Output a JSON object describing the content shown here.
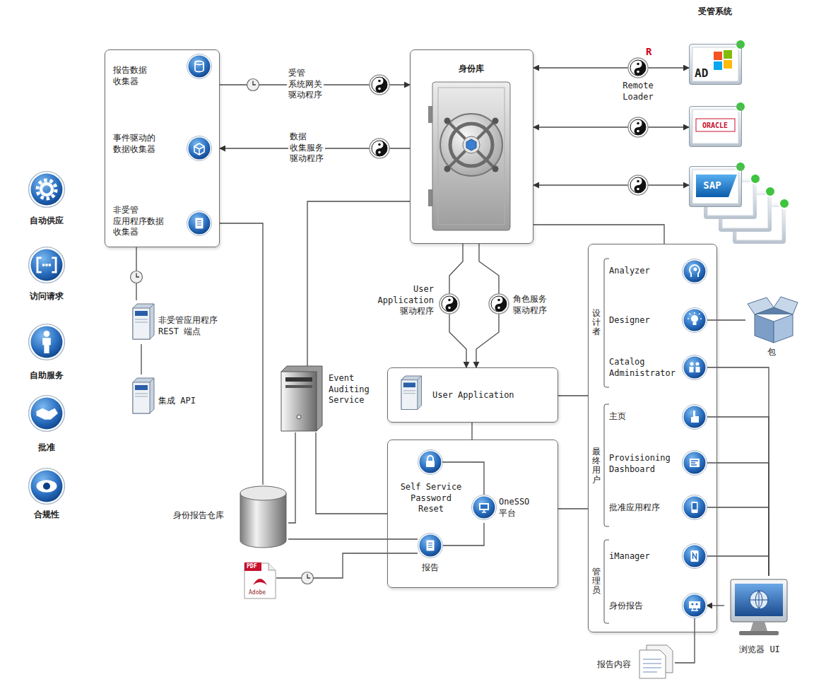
{
  "diagram": {
    "nodes": [
      {
        "text": []
      },
      {
        "text": [
          "报告数据 收集器"
        ],
        "in": 0
      },
      {
        "text": [
          "事件驱动的 数据收集器"
        ],
        "in": 0
      },
      {
        "text": [
          "非受管 应用程序数据 收集器"
        ],
        "in": 0
      },
      {
        "text": [
          "身份库"
        ]
      },
      {
        "text": [
          "AD"
        ]
      },
      {
        "text": [
          "ORACLE"
        ]
      },
      {
        "text": [
          "SAP"
        ]
      },
      {
        "text": [
          "自动供应"
        ]
      },
      {
        "text": [
          "访问请求"
        ]
      },
      {
        "text": [
          "自助服务"
        ]
      },
      {
        "text": [
          "批准"
        ]
      },
      {
        "text": [
          "合规性"
        ]
      },
      {
        "text": [
          "非受管应用程序 REST 端点"
        ]
      },
      {
        "text": [
          "集成 API"
        ]
      },
      {
        "text": [
          "Event Auditing Service"
        ]
      },
      {
        "text": [
          "User Application"
        ]
      },
      {
        "text": []
      },
      {
        "text": [
          "Self Service Password Reset"
        ],
        "in": 17
      },
      {
        "text": [
          "OneSSO 平台"
        ],
        "in": 17
      },
      {
        "text": [
          "报告"
        ],
        "in": 17
      },
      {
        "text": [
          "身份报告仓库"
        ]
      },
      {
        "text": [
          "PDF",
          "Adobe"
        ]
      },
      {
        "text": []
      },
      {
        "text": [
          "设计者"
        ],
        "in": 23
      },
      {
        "text": [
          "Analyzer"
        ],
        "in": 24
      },
      {
        "text": [
          "Designer"
        ],
        "in": 24
      },
      {
        "text": [
          "Catalog Administrator"
        ],
        "in": 24
      },
      {
        "text": [
          "最终用户"
        ],
        "in": 23
      },
      {
        "text": [
          "主页"
        ],
        "in": 28
      },
      {
        "text": [
          "Provisioning Dashboard"
        ],
        "in": 28
      },
      {
        "text": [
          "批准应用程序"
        ],
        "in": 28
      },
      {
        "text": [
          "管理员"
        ],
        "in": 23
      },
      {
        "text": [
          "iManager"
        ],
        "in": 32
      },
      {
        "text": [
          "身份报告"
        ],
        "in": 32
      },
      {
        "text": [
          "包"
        ]
      },
      {
        "text": [
          "浏览器 UI"
        ]
      },
      {
        "text": [
          "报告内容"
        ]
      }
    ],
    "edges": [
      {
        "from": 1,
        "to": 4,
        "arrow": "to",
        "label": "受管 系统网关 驱动程序"
      },
      {
        "from": 4,
        "to": 2,
        "arrow": "to",
        "label": "数据 收集服务 驱动程序"
      },
      {
        "from": 4,
        "to": 5,
        "arrow": "both",
        "label": "Remote Loader"
      },
      {
        "from": 4,
        "to": 6,
        "arrow": "both"
      },
      {
        "from": 4,
        "to": 7,
        "arrow": "both"
      },
      {
        "from": 4,
        "to": 16,
        "arrow": "to",
        "label": "User Application 驱动程序"
      },
      {
        "from": 4,
        "to": 16,
        "arrow": "to",
        "label": "角色服务 驱动程序"
      },
      {
        "from": 0,
        "to": 13,
        "arrow": "none"
      },
      {
        "from": 13,
        "to": 14,
        "arrow": "none"
      },
      {
        "from": 4,
        "to": 15,
        "arrow": "none"
      },
      {
        "from": 4,
        "to": 23,
        "arrow": "none"
      },
      {
        "from": 3,
        "to": 21,
        "arrow": "none"
      },
      {
        "from": 15,
        "to": 21,
        "arrow": "none"
      },
      {
        "from": 15,
        "to": 17,
        "arrow": "none"
      },
      {
        "from": 16,
        "to": 17,
        "arrow": "none"
      },
      {
        "from": 16,
        "to": 23,
        "arrow": "none"
      },
      {
        "from": 17,
        "to": 23,
        "arrow": "none"
      },
      {
        "from": 18,
        "to": 19,
        "arrow": "none"
      },
      {
        "from": 19,
        "to": 20,
        "arrow": "none"
      },
      {
        "from": 21,
        "to": 20,
        "arrow": "none"
      },
      {
        "from": 22,
        "to": 20,
        "arrow": "none"
      },
      {
        "from": 26,
        "to": 35,
        "arrow": "none"
      },
      {
        "from": 27,
        "to": 36,
        "arrow": "none"
      },
      {
        "from": 29,
        "to": 36,
        "arrow": "none"
      },
      {
        "from": 30,
        "to": 36,
        "arrow": "none"
      },
      {
        "from": 31,
        "to": 36,
        "arrow": "none"
      },
      {
        "from": 33,
        "to": 36,
        "arrow": "none"
      },
      {
        "from": 36,
        "to": 34,
        "arrow": "to"
      },
      {
        "from": 34,
        "to": 37,
        "arrow": "none"
      }
    ],
    "labels": [
      "受管系统",
      "R"
    ]
  }
}
